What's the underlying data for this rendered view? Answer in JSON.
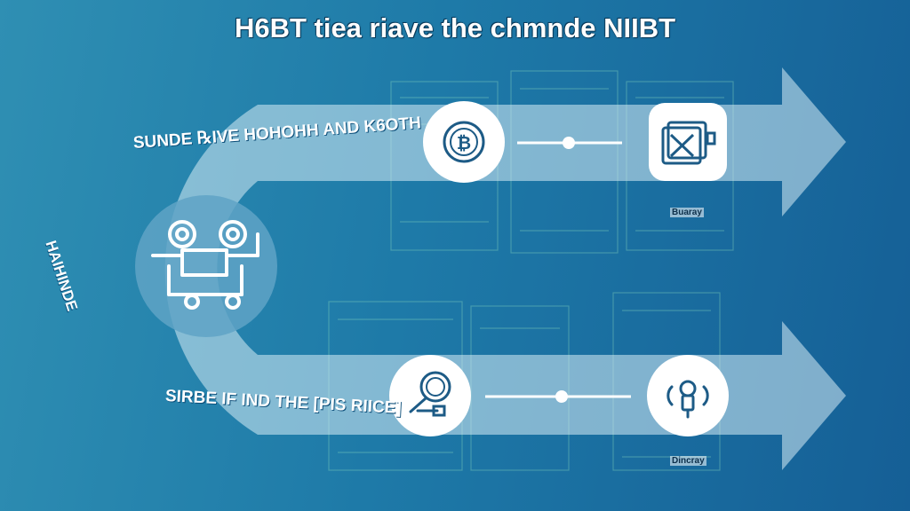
{
  "title": "H6BT tiea riave the chmnde NIIBT",
  "labels": {
    "top_flow": "SUNDE ℞IVE HOHOHH AND K6OTH",
    "arc_1": "SUNDE",
    "arc_2": "HAIHINDE",
    "arc_3": "SIRBE IF",
    "bottom_flow": "SIRBE IF IND THE [PIS RIICE]",
    "top_small": "Buaray",
    "bottom_small": "Dincray"
  },
  "icons": {
    "top_start": "bitcoin-coin-icon",
    "top_end": "wallet-card-icon",
    "center": "mining-machine-icon",
    "bottom_start": "magnifier-search-icon",
    "bottom_end": "exchange-lock-icon"
  },
  "colors": {
    "background_start": "#2f8fb3",
    "background_end": "#155f96",
    "band": "#d7ecf6",
    "icon_stroke": "#1d5b86"
  }
}
